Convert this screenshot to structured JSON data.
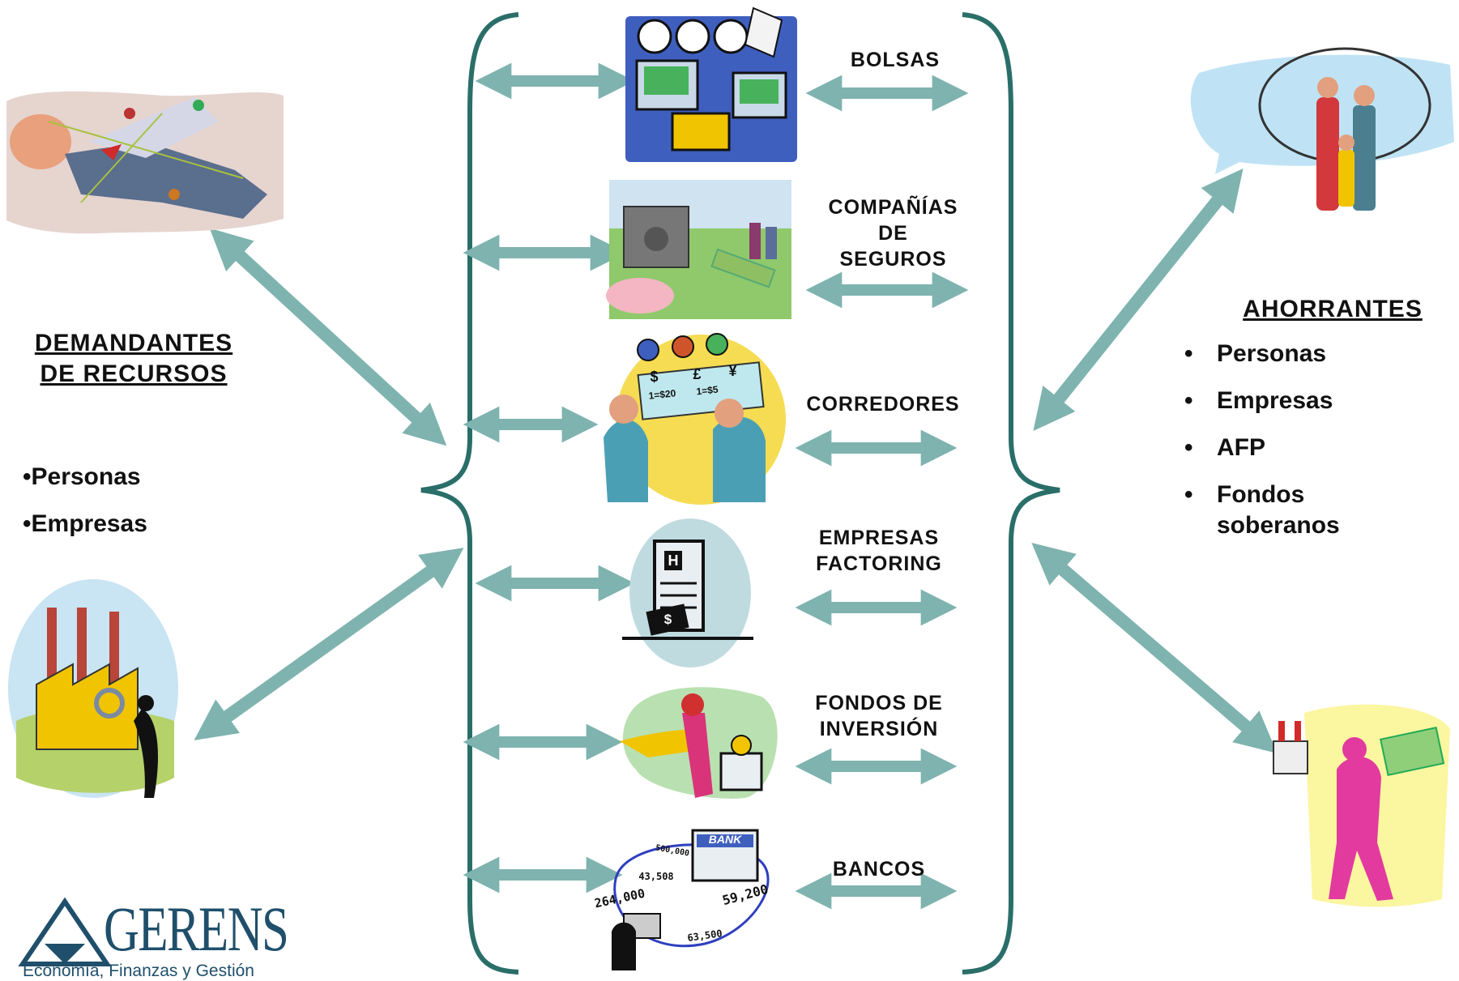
{
  "left_group": {
    "heading": "DEMANDANTES DE RECURSOS",
    "heading_line1": "DEMANDANTES",
    "heading_line2": "DE RECURSOS",
    "items": [
      "•Personas",
      "•Empresas"
    ]
  },
  "right_group": {
    "heading": "AHORRANTES",
    "bullet": "•",
    "items": [
      "Personas",
      "Empresas",
      "AFP",
      "Fondos soberanos"
    ],
    "item4_line1": "Fondos",
    "item4_line2": "soberanos"
  },
  "institutions": [
    {
      "label": "BOLSAS",
      "lines": [
        "BOLSAS"
      ]
    },
    {
      "label": "COMPAÑÍAS DE SEGUROS",
      "lines": [
        "COMPAÑÍAS",
        "DE",
        "SEGUROS"
      ]
    },
    {
      "label": "CORREDORES",
      "lines": [
        "CORREDORES"
      ]
    },
    {
      "label": "EMPRESAS FACTORING",
      "lines": [
        "EMPRESAS",
        "FACTORING"
      ]
    },
    {
      "label": "FONDOS DE INVERSIÓN",
      "lines": [
        "FONDOS DE",
        "INVERSIÓN"
      ]
    },
    {
      "label": "BANCOS",
      "lines": [
        "BANCOS"
      ]
    }
  ],
  "clipart_text": {
    "bank_sign": "BANK",
    "numbers": [
      "264,000",
      "43,508",
      "500,000",
      "59,200",
      "63,500"
    ],
    "currency_board": [
      "$",
      "£",
      "¥",
      "1=$20",
      "1=$5"
    ],
    "dollar_sign": "$",
    "hotel_sign": "H"
  },
  "logo": {
    "name": "GERENS",
    "tagline": "Economía, Finanzas y Gestión"
  },
  "colors": {
    "arrow": "#7fb3af",
    "brace": "#2a6e69",
    "text": "#111111"
  }
}
